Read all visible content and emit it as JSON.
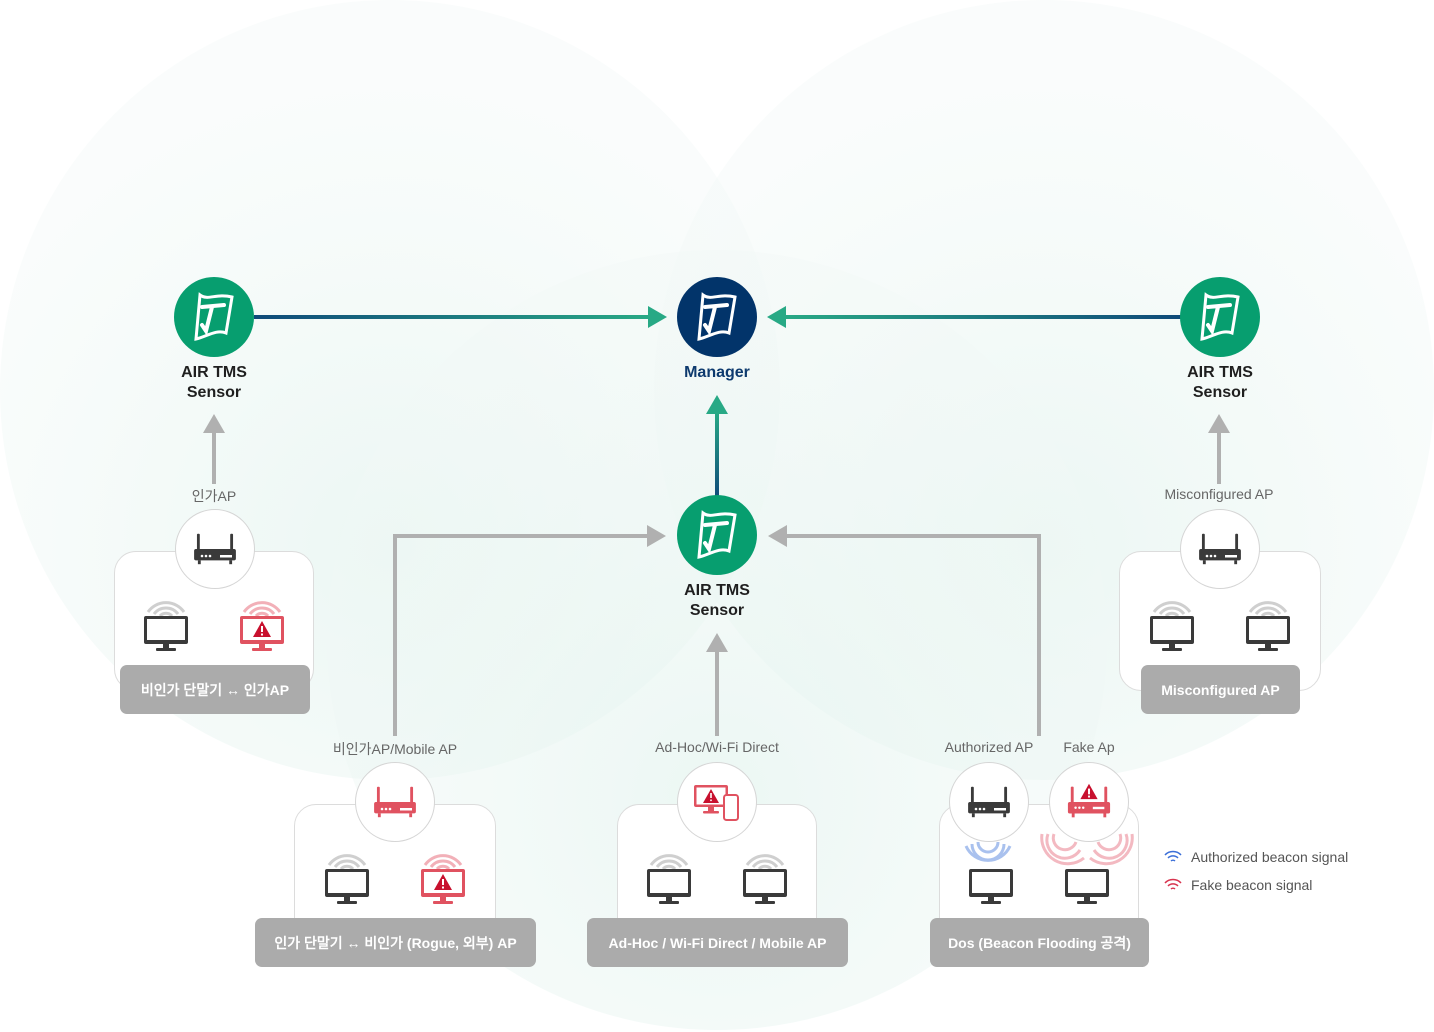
{
  "nodes": {
    "sensor_left": {
      "label": "AIR TMS\nSensor"
    },
    "manager": {
      "label": "Manager"
    },
    "sensor_right": {
      "label": "AIR TMS\nSensor"
    },
    "sensor_center": {
      "label": "AIR TMS\nSensor"
    }
  },
  "flow_labels": {
    "authorized_ap": "인가AP",
    "misconfigured_ap": "Misconfigured AP",
    "unauth_mobile_ap": "비인가AP/Mobile AP",
    "adhoc_wifi_direct": "Ad-Hoc/Wi-Fi Direct",
    "dos_authorized_ap": "Authorized AP",
    "dos_fake_ap": "Fake Ap"
  },
  "scenarios": [
    {
      "id": "unauth-device-auth-ap",
      "caption": "비인가 단말기 ↔ 인가AP",
      "ap_type": "authorized-router",
      "devices": [
        "normal-monitor",
        "alert-monitor"
      ]
    },
    {
      "id": "misconfigured-ap",
      "caption": "Misconfigured AP",
      "ap_type": "authorized-router",
      "devices": [
        "normal-monitor",
        "normal-monitor"
      ]
    },
    {
      "id": "auth-device-rogue-ap",
      "caption": "인가 단말기 ↔ 비인가 (Rogue, 외부) AP",
      "ap_type": "rogue-router",
      "devices": [
        "normal-monitor",
        "alert-monitor"
      ]
    },
    {
      "id": "adhoc-wifi-direct",
      "caption": "Ad-Hoc / Wi-Fi Direct / Mobile AP",
      "ap_type": "alert-monitor-phone",
      "devices": [
        "normal-monitor",
        "normal-monitor"
      ]
    },
    {
      "id": "dos-beacon-flooding",
      "caption": "Dos (Beacon Flooding 공격)",
      "ap_type": "authorized-and-fake-router",
      "devices": [
        "normal-monitor",
        "normal-monitor"
      ]
    }
  ],
  "legend": [
    {
      "label": "Authorized beacon signal",
      "color": "#3b6fd8"
    },
    {
      "label": "Fake beacon signal",
      "color": "#d8344f"
    }
  ],
  "colors": {
    "sensor_green": "#079e6f",
    "manager_navy": "#02346a",
    "alert_red": "#c8102e",
    "rogue_red": "#e05260",
    "device_dark": "#3a3a3a",
    "connector_gray": "#b0b0b0",
    "caption_gray": "#ababab"
  }
}
